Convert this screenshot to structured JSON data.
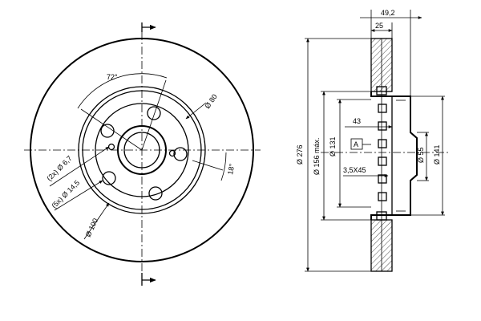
{
  "front_view": {
    "angle_bolt": "72°",
    "angle_small": "18°",
    "dia_80": "Ø 80",
    "dia_100": "Ø 100",
    "holes_small": "(2x) Ø 6,7",
    "holes_large": "(5x) Ø 14,5"
  },
  "side_view": {
    "width_total": "49,2",
    "width_25": "25",
    "depth_43": "43",
    "chamfer": "3,5X45",
    "datum": "A",
    "dia_276": "Ø 276",
    "dia_156": "Ø 156 máx.",
    "dia_131": "Ø 131",
    "dia_55": "Ø 55",
    "dia_141": "Ø 141"
  }
}
